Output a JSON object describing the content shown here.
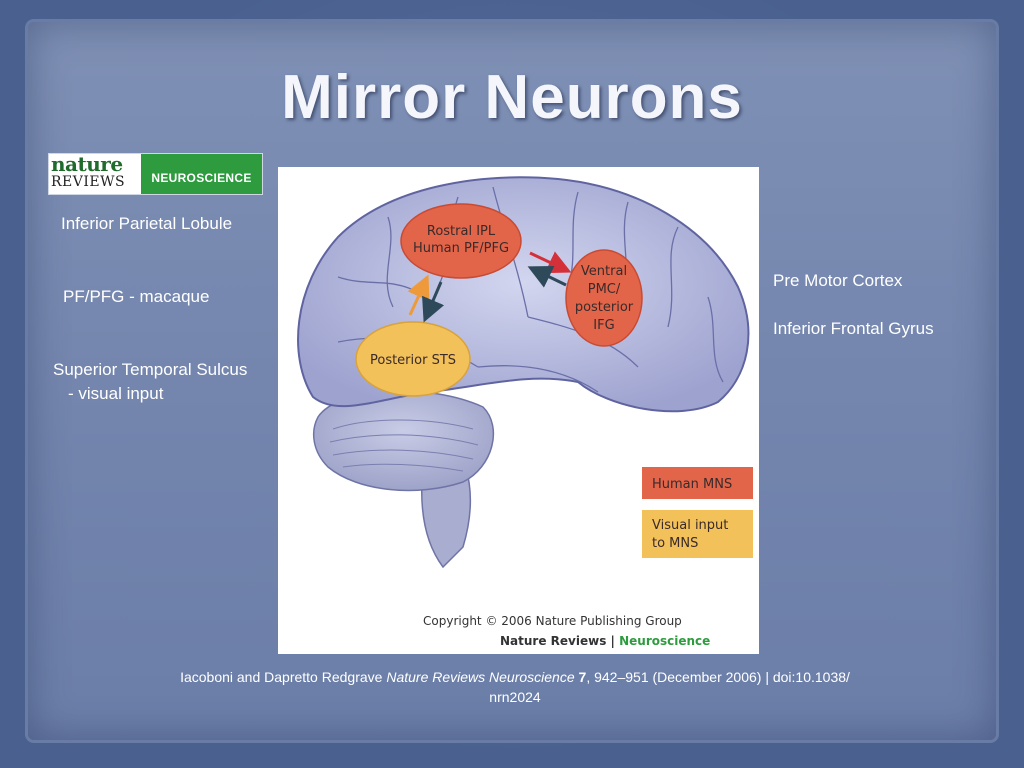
{
  "slide": {
    "title": "Mirror Neurons"
  },
  "logo": {
    "nature": "nature",
    "reviews": "REVIEWS",
    "neuroscience": "NEUROSCIENCE"
  },
  "labels": {
    "inferior_parietal_lobule": "Inferior Parietal Lobule",
    "pf_pfg_macaque": "PF/PFG - macaque",
    "superior_temporal_sulcus": "Superior Temporal Sulcus",
    "visual_input": "- visual input",
    "pre_motor_cortex": "Pre Motor Cortex",
    "inferior_frontal_gyrus": "Inferior Frontal Gyrus"
  },
  "figure": {
    "regions": {
      "rostral_ipl_line1": "Rostral IPL",
      "rostral_ipl_line2": "Human PF/PFG",
      "ventral_line1": "Ventral",
      "ventral_line2": "PMC/",
      "ventral_line3": "posterior",
      "ventral_line4": "IFG",
      "posterior_sts": "Posterior STS"
    },
    "legend": {
      "human_mns": "Human MNS",
      "visual_input_line1": "Visual input",
      "visual_input_line2": "to MNS"
    },
    "copyright_line1": "Copyright © 2006 Nature Publishing Group",
    "copyright_line2a": "Nature Reviews",
    "copyright_sep": " | ",
    "copyright_line2b": "Neuroscience",
    "colors": {
      "mns": "#e2654a",
      "visual": "#f3c15a",
      "brain": "#b9bde0"
    }
  },
  "citation": {
    "authors": "Iacoboni and Dapretto Redgrave ",
    "journal": "Nature Reviews Neuroscience",
    "volume": " 7",
    "details": ", 942–951 (December 2006) | doi:10.1038/",
    "details2": "nrn2024"
  }
}
